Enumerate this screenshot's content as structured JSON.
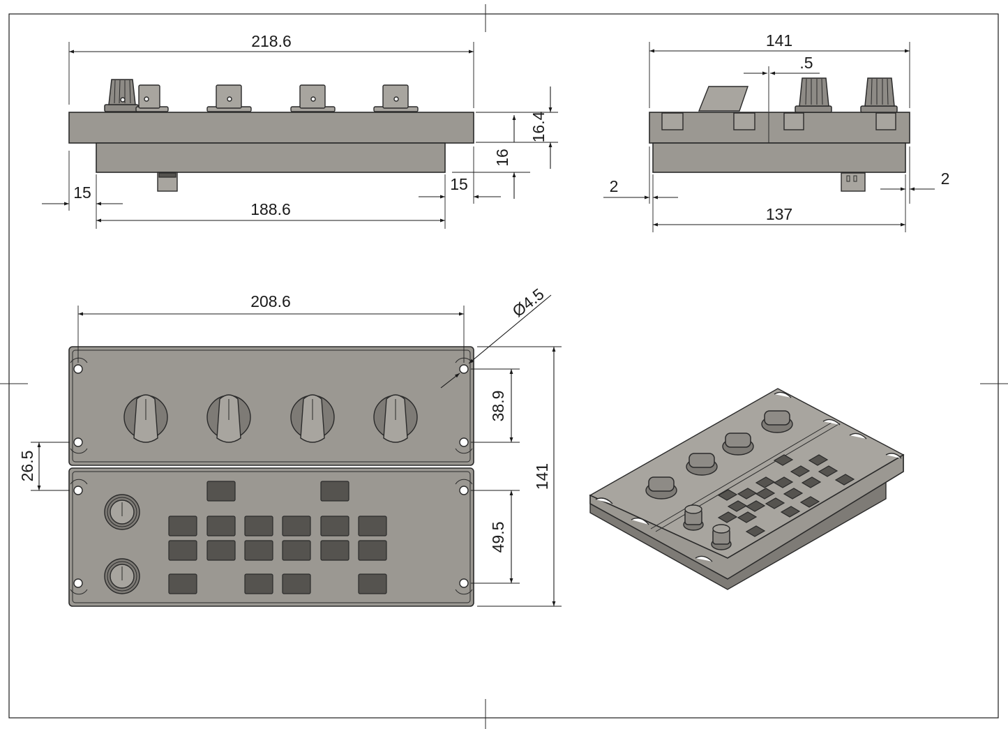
{
  "drawing": {
    "views": {
      "front": {
        "dims": {
          "overall_width": "218.6",
          "base_width": "188.6",
          "left_offset": "15",
          "right_offset": "15",
          "base_height": "16",
          "top_height": "16.4"
        }
      },
      "side": {
        "dims": {
          "overall_width": "141",
          "offset": ".5",
          "base_width": "137",
          "left_inset": "2",
          "right_inset": "2"
        }
      },
      "top": {
        "dims": {
          "hole_span": "208.6",
          "hole_diameter": "Ø4.5",
          "top_hole_spacing": "38.9",
          "bottom_hole_spacing": "49.5",
          "mid_hole_spacing": "26.5",
          "overall_height": "141"
        }
      }
    },
    "colors": {
      "body": "#9b9892",
      "slot": "#55534f",
      "line": "#1a1a1a"
    }
  }
}
